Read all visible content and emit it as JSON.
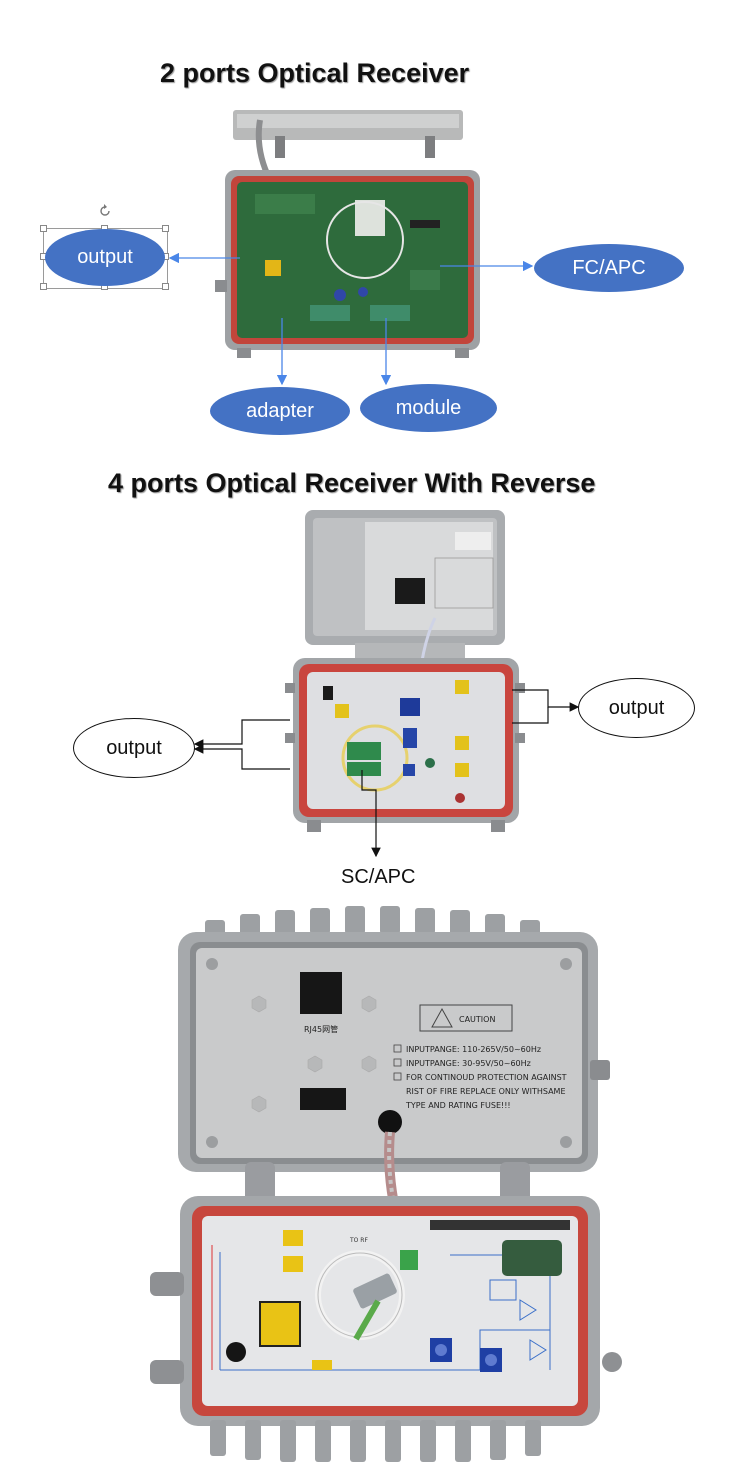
{
  "section1": {
    "title": "2 ports Optical Receiver",
    "labels": {
      "output": "output",
      "fc_apc": "FC/APC",
      "adapter": "adapter",
      "module": "module"
    }
  },
  "section2": {
    "title": "4 ports Optical Receiver With Reverse",
    "labels": {
      "output_left": "output",
      "output_right": "output",
      "sc_apc": "SC/APC"
    }
  },
  "section3": {
    "lid_panel": {
      "rj45_label": "RJ45网管",
      "caution_label": "CAUTION",
      "notes": [
        "INPUTPANGE: 110-265V/50~60Hz",
        "INPUTPANGE: 30-95V/50~60Hz",
        "FOR CONTINOUD PROTECTION AGAINST",
        "RIST OF FIRE REPLACE ONLY WITHSAME",
        "TYPE AND RATING FUSE!!!"
      ]
    }
  },
  "colors": {
    "oval_blue": "#4472c4",
    "arrow_blue": "#4a86e8",
    "housing_grey": "#a9acaf",
    "gasket_red": "#c4463c",
    "pcb_green": "#2e6b3c"
  },
  "icons": [
    "rotate-handle-icon",
    "caution-lightning-icon"
  ]
}
